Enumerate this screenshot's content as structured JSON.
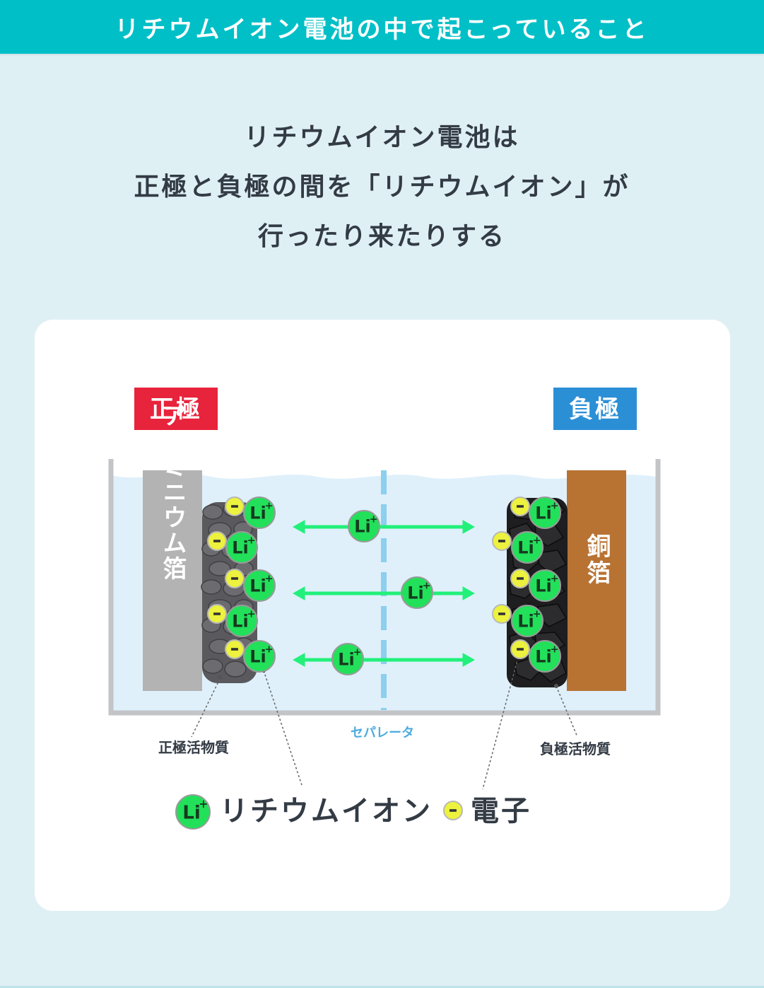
{
  "header": {
    "title": "リチウムイオン電池の中で起こっていること"
  },
  "intro": {
    "lines": [
      "リチウムイオン電池は",
      "正極と負極の間を「リチウムイオン」が",
      "行ったり来たりする"
    ]
  },
  "diagram": {
    "positive_label": "正極",
    "negative_label": "負極",
    "aluminum_foil": "アルミニウム箔",
    "copper_foil": "銅箔",
    "positive_active_material": "正極活物質",
    "separator": "セパレータ",
    "negative_active_material": "負極活物質",
    "ion_symbol": "Li",
    "ion_charge": "+",
    "electron_symbol": "−"
  },
  "legend": {
    "ion_label": "リチウムイオン",
    "electron_label": "電子"
  },
  "colors": {
    "header_bg": "#00bfc7",
    "page_bg": "#dff0f5",
    "positive": "#e8233c",
    "negative": "#2b8fd6",
    "aluminum": "#b3b3b3",
    "copper": "#b87333",
    "ion": "#22e05a",
    "electron": "#ecf23d",
    "arrow": "#22f07a",
    "electrolyte": "#dff0fb"
  }
}
